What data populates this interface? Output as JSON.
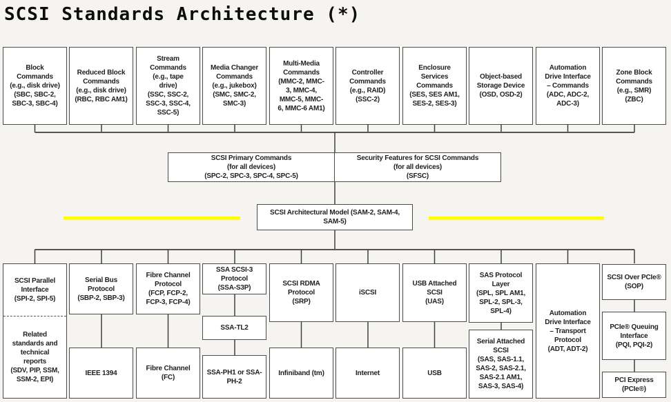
{
  "title": "SCSI Standards Architecture (*)",
  "colors": {
    "background": "#f5f4f1",
    "box_background": "#ffffff",
    "box_border": "#4a4a4a",
    "text": "#1f1f1f",
    "highlight_bar": "#ffff00",
    "connector": "#3f3f3f"
  },
  "top_boxes": [
    "Block\nCommands\n(e.g., disk drive)\n(SBC, SBC-2,\nSBC-3, SBC-4)",
    "Reduced Block\nCommands\n(e.g., disk drive)\n(RBC, RBC AM1)",
    "Stream\nCommands\n(e.g., tape\ndrive)\n(SSC, SSC-2,\nSSC-3, SSC-4,\nSSC-5)",
    "Media Changer\nCommands\n(e.g., jukebox)\n(SMC, SMC-2,\nSMC-3)",
    "Multi-Media\nCommands\n(MMC-2, MMC-\n3, MMC-4,\nMMC-5, MMC-\n6, MMC-6 AM1)",
    "Controller\nCommands\n(e.g., RAID)\n(SSC-2)",
    "Enclosure\nServices\nCommands\n(SES, SES AM1,\nSES-2, SES-3)",
    "Object-based\nStorage Device\n(OSD, OSD-2)",
    "Automation\nDrive Interface\n– Commands\n(ADC, ADC-2,\nADC-3)",
    "Zone Block\nCommands\n(e.g., SMR)\n(ZBC)"
  ],
  "middle": {
    "primary_commands": "SCSI Primary Commands\n(for all devices)\n(SPC-2, SPC-3, SPC-4, SPC-5)",
    "security_features": "Security Features for SCSI Commands\n(for all devices)\n(SFSC)",
    "architectural_model": "SCSI Architectural Model (SAM-2, SAM-4,\nSAM-5)"
  },
  "bottom_boxes": {
    "spi": "SCSI Parallel\nInterface\n(SPI-2, SPI-5)",
    "spi_related": "Related\nstandards and\ntechnical\nreports\n(SDV, PIP, SSM,\nSSM-2, EPI)",
    "sbp": "Serial Bus\nProtocol\n(SBP-2, SBP-3)",
    "ieee1394": "IEEE 1394",
    "fcp": "Fibre Channel\nProtocol\n(FCP, FCP-2,\nFCP-3, FCP-4)",
    "fc": "Fibre Channel\n(FC)",
    "ssa_s3p": "SSA SCSI-3\nProtocol\n(SSA-S3P)",
    "ssa_tl2": "SSA-TL2",
    "ssa_ph": "SSA-PH1 or SSA-\nPH-2",
    "srp": "SCSI RDMA\nProtocol\n(SRP)",
    "infiniband": "Infiniband (tm)",
    "iscsi": "iSCSI",
    "internet": "Internet",
    "uas": "USB Attached\nSCSI\n(UAS)",
    "usb": "USB",
    "spl": "SAS Protocol\nLayer\n(SPL, SPL AM1,\nSPL-2, SPL-3,\nSPL-4)",
    "sas": "Serial Attached\nSCSI\n(SAS, SAS-1.1,\nSAS-2, SAS-2.1,\nSAS-2.1 AM1,\nSAS-3, SAS-4)",
    "adt": "Automation\nDrive Interface\n– Transport\nProtocol\n(ADT, ADT-2)",
    "sop": "SCSI Over PCIe®\n(SOP)",
    "pqi": "PCIe® Queuing\nInterface\n(PQI, PQI-2)",
    "pci_express": "PCI Express\n(PCIe®)"
  }
}
